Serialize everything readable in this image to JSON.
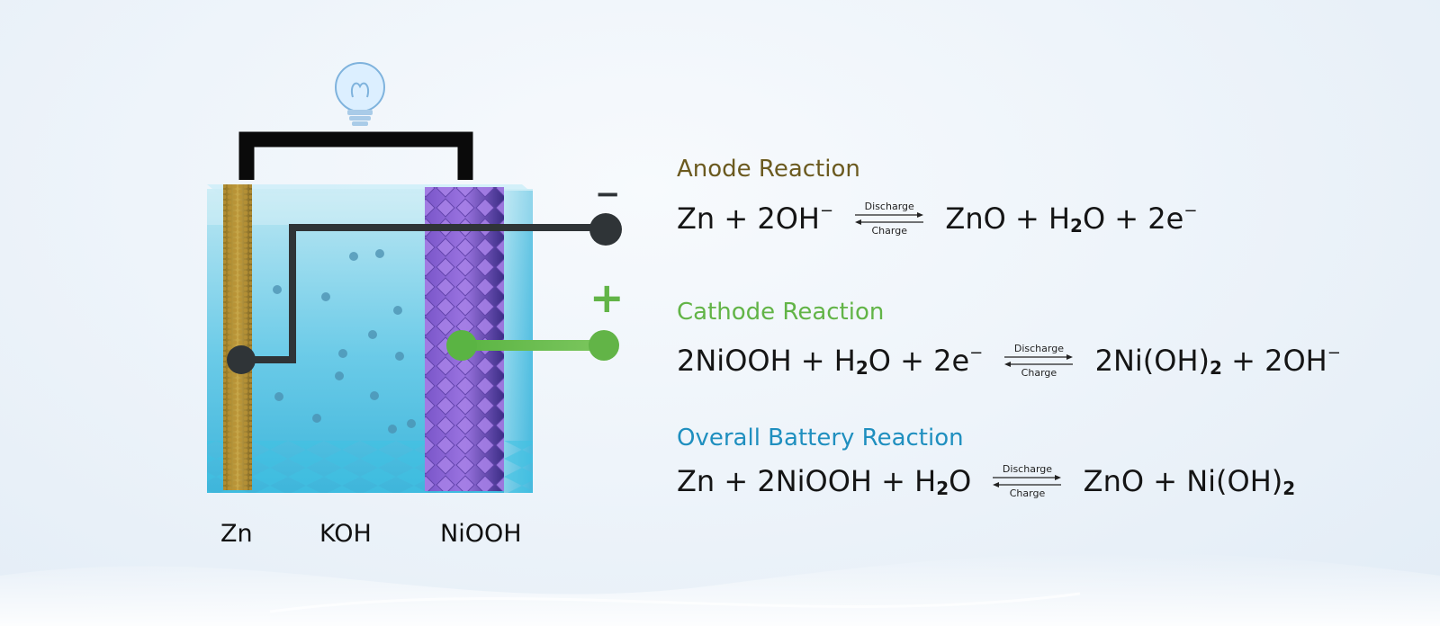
{
  "colors": {
    "anode": "#6b5a1f",
    "cathode": "#62b447",
    "overall": "#1f8fbf",
    "wire_dark": "#2f3437",
    "wire_green": "#5ab443"
  },
  "icons": [
    "lightbulb-icon",
    "minus-terminal",
    "plus-terminal"
  ],
  "cell": {
    "labels": {
      "zn": "Zn",
      "koh": "KOH",
      "niooh": "NiOOH"
    },
    "terminals": {
      "minus": "−",
      "plus": "+"
    }
  },
  "reactions": {
    "anode": {
      "title": "Anode Reaction",
      "left": [
        "Zn + 2OH",
        "",
        "−"
      ],
      "right_a": "ZnO + H",
      "right_sub": "2",
      "right_b": "O + 2e",
      "right_sup": "−",
      "forward": "Discharge",
      "reverse": "Charge"
    },
    "cathode": {
      "title": "Cathode Reaction",
      "left_a": "2NiOOH + H",
      "left_sub": "2",
      "left_b": "O + 2e",
      "left_sup": "−",
      "right_a": "2Ni(OH)",
      "right_sub": "2",
      "right_b": " + 2OH",
      "right_sup": "−",
      "forward": "Discharge",
      "reverse": "Charge"
    },
    "overall": {
      "title": "Overall Battery Reaction",
      "left_a": "Zn + 2NiOOH + H",
      "left_sub": "2",
      "left_b": "O",
      "right_a": "ZnO + Ni(OH)",
      "right_sub": "2",
      "forward": "Discharge",
      "reverse": "Charge"
    }
  }
}
